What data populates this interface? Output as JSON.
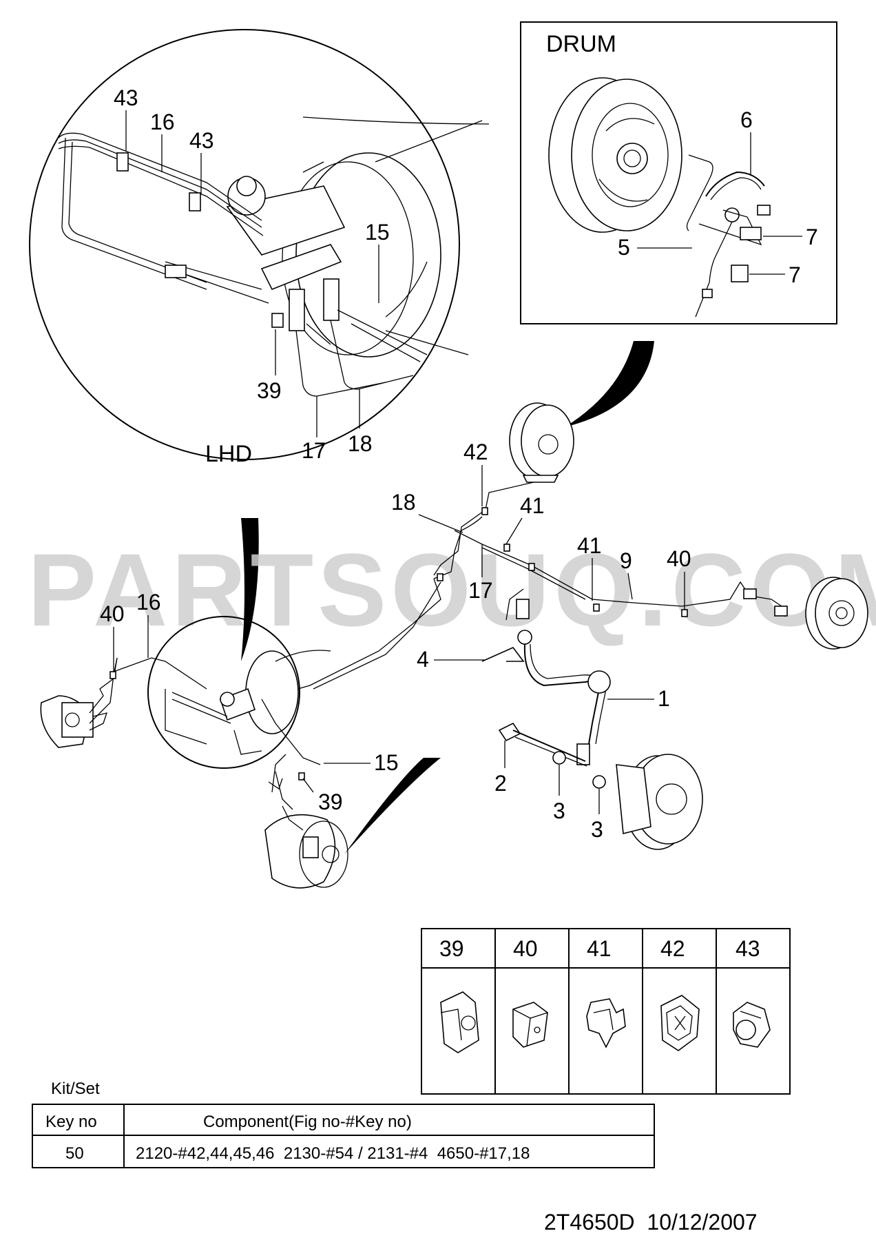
{
  "watermark": "PARTSOUQ.COM",
  "insets": {
    "drum_title": "DRUM",
    "lhd_title": "LHD"
  },
  "callouts": {
    "c43a": "43",
    "c16a": "16",
    "c43b": "43",
    "c15a": "15",
    "c39a": "39",
    "c17a": "17",
    "c18a": "18",
    "c6": "6",
    "c7a": "7",
    "c5": "5",
    "c7b": "7",
    "c42": "42",
    "c18b": "18",
    "c41a": "41",
    "c41b": "41",
    "c9": "9",
    "c40a": "40",
    "c17b": "17",
    "c40b": "40",
    "c16b": "16",
    "c4": "4",
    "c1": "1",
    "c15b": "15",
    "c39b": "39",
    "c2": "2",
    "c3a": "3",
    "c3b": "3"
  },
  "clip_table": {
    "headers": [
      "39",
      "40",
      "41",
      "42",
      "43"
    ],
    "icons": [
      "clip-39-icon",
      "clip-40-icon",
      "clip-41-icon",
      "clip-42-icon",
      "clip-43-icon"
    ]
  },
  "kit": {
    "caption": "Kit/Set",
    "col_key": "Key no",
    "col_component": "Component(Fig no-#Key no)",
    "row_key": "50",
    "row_component": "2120-#42,44,45,46  2130-#54 / 2131-#4  4650-#17,18"
  },
  "footer": "2T4650D  10/12/2007"
}
